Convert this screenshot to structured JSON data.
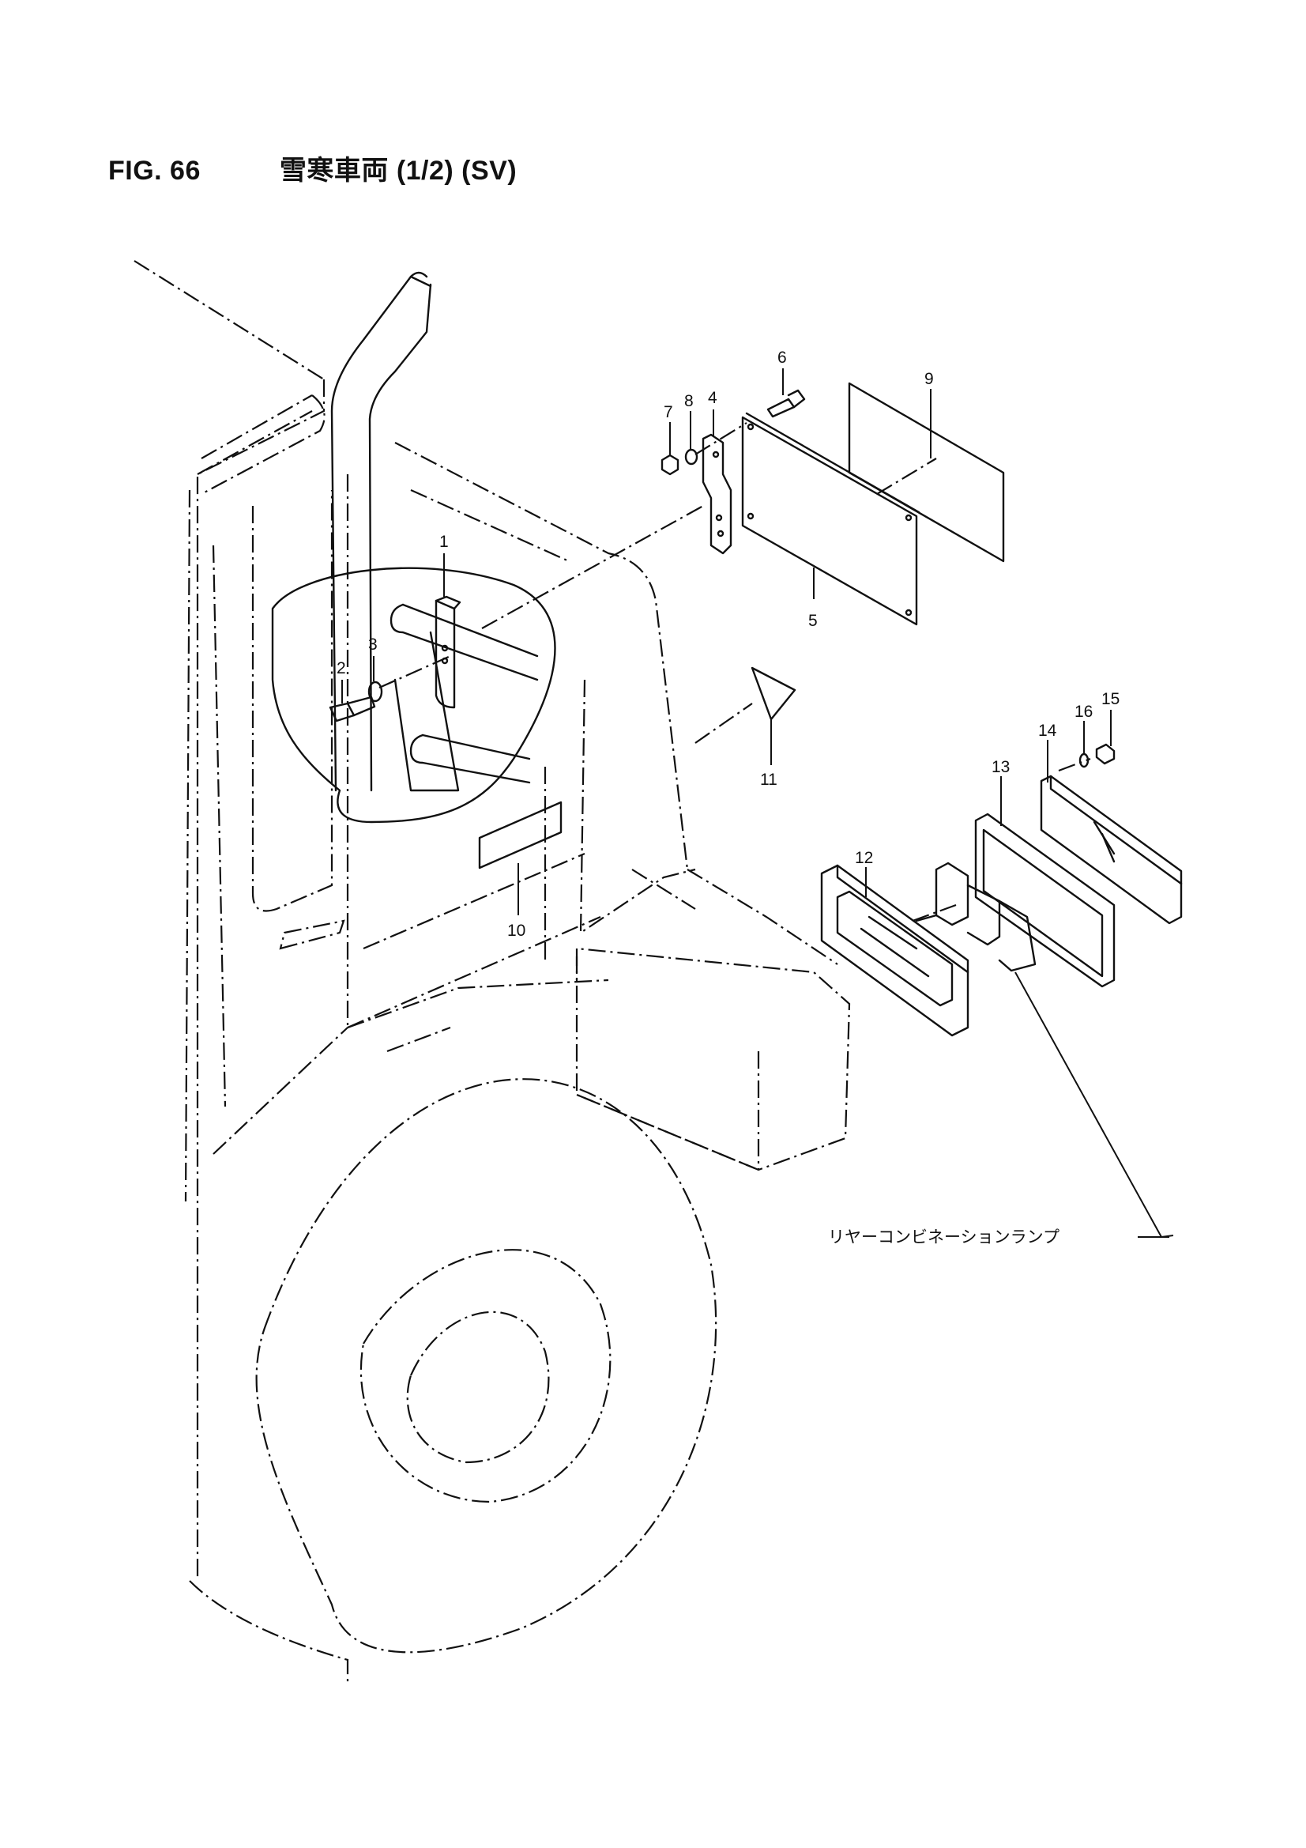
{
  "header": {
    "fig_label": "FIG. 66",
    "title": "雪寒車両 (1/2) (SV)"
  },
  "callouts": {
    "c1": "1",
    "c2": "2",
    "c3": "3",
    "c4": "4",
    "c5": "5",
    "c6": "6",
    "c7": "7",
    "c8": "8",
    "c9": "9",
    "c10": "10",
    "c11": "11",
    "c12": "12",
    "c13": "13",
    "c14": "14",
    "c15": "15",
    "c16": "16"
  },
  "annotations": {
    "rear_combination_lamp": "リヤーコンビネーションランプ"
  }
}
